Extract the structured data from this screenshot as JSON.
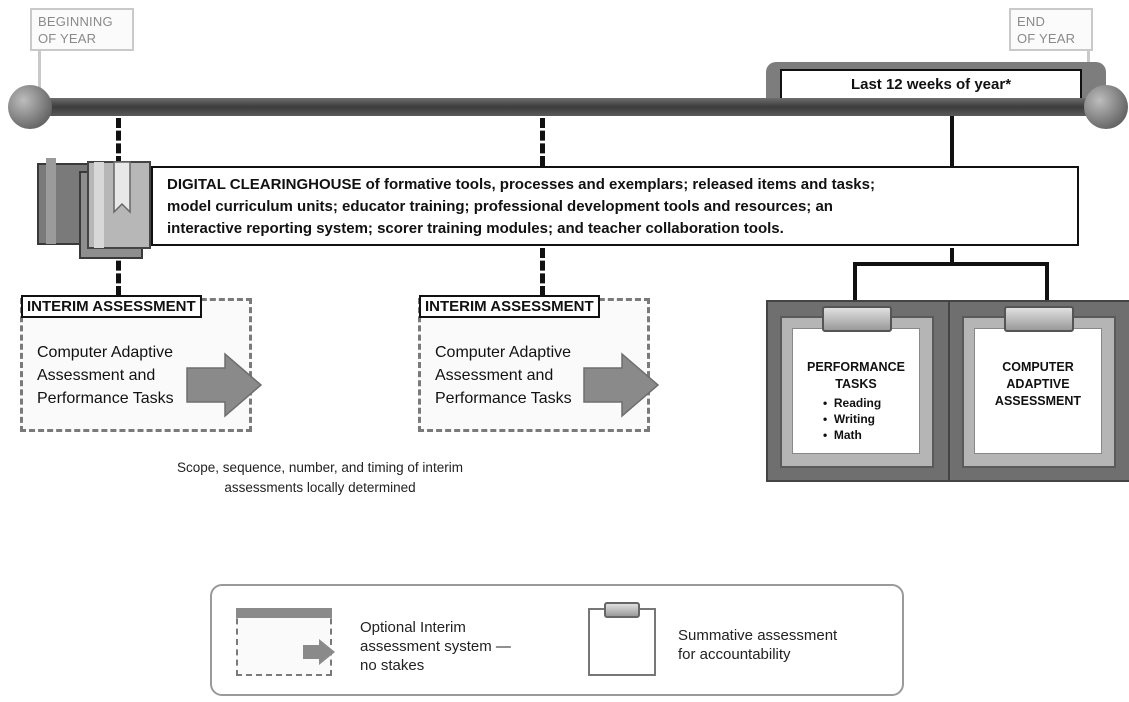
{
  "flags": {
    "begin_line1": "BEGINNING",
    "begin_line2": "OF YEAR",
    "end_line1": "END",
    "end_line2": "OF YEAR"
  },
  "last12": "Last 12 weeks of year*",
  "clearinghouse": {
    "bold_lead": "DIGITAL CLEARINGHOUSE",
    "line1_rest": " of formative tools, processes and exemplars; released items and tasks;",
    "line2": "model curriculum units; educator training; professional development tools and resources; an",
    "line3": "interactive reporting system; scorer training modules; and teacher collaboration tools."
  },
  "interim1": {
    "title": "INTERIM ASSESSMENT",
    "line1": "Computer Adaptive",
    "line2": "Assessment and",
    "line3": "Performance Tasks"
  },
  "interim2": {
    "title": "INTERIM ASSESSMENT",
    "line1": "Computer Adaptive",
    "line2": "Assessment and",
    "line3": "Performance Tasks"
  },
  "caption": {
    "line1": "Scope, sequence, number, and timing of interim",
    "line2": "assessments locally determined"
  },
  "summative1": {
    "line1": "PERFORMANCE",
    "line2": "TASKS",
    "bullets": [
      "Reading",
      "Writing",
      "Math"
    ]
  },
  "summative2": {
    "line1": "COMPUTER",
    "line2": "ADAPTIVE",
    "line3": "ASSESSMENT"
  },
  "legend": {
    "optional_line1": "Optional Interim",
    "optional_line2": "assessment  system —",
    "optional_line3": "no stakes",
    "summative_line1": "Summative assessment",
    "summative_line2": "for accountability"
  },
  "colors": {
    "timeline": "#4a4a4a",
    "arrow": "#8a8a8a",
    "summative_frame": "#6f6f6f"
  }
}
